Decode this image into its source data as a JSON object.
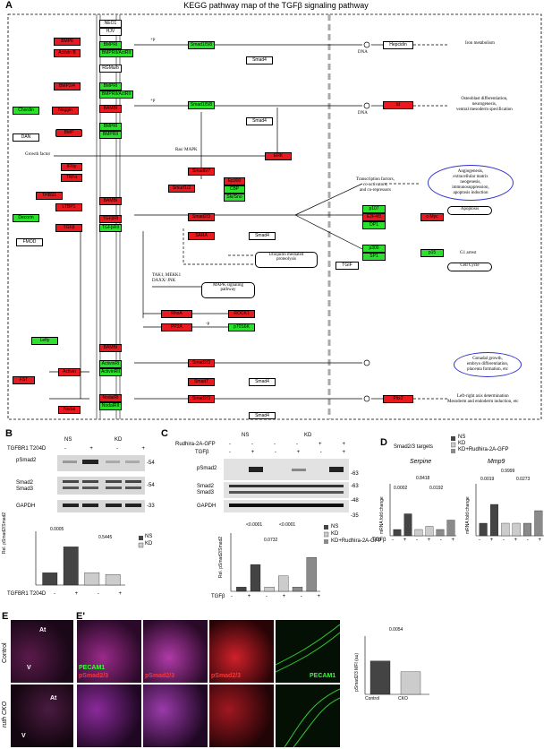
{
  "panelA": {
    "letter": "A",
    "title": "KEGG pathway map of the TGFβ signaling pathway",
    "nodes": {
      "neo1": "NEO1",
      "hjv": "HJV",
      "bmp6": "BMP6",
      "activinb": "Activin B",
      "bmpri_1": "BMPRI",
      "bmprii_1": "BMPRII/ActRII",
      "rgmab": "RGMa/b",
      "smad158_1": "Smad1/5/8",
      "smad4_1": "Smad4",
      "hepcidin": "Hepcidin",
      "bmp24": "BMP2/4",
      "bmpri_2": "BMPRI",
      "bmprii_2": "BMPRII/ActRII",
      "bambi_1": "BAMBI",
      "smad158_2": "Smad1/5/8",
      "smad4_2": "Smad4",
      "id": "Id",
      "chordin": "Chordin",
      "noggin": "Noggin",
      "dan": "DAN",
      "bmp": "BMP",
      "bmpri_3": "BMPRI",
      "bmprii_3": "BMPRII",
      "ifng": "IFNγ",
      "tnfa": "TNFα",
      "smad67": "Smad6/7",
      "erk": "ERK",
      "smurf12": "Smurf1/2",
      "thbs1": "THBS1",
      "ltbp1": "LTBP1",
      "decorin": "Decorin",
      "tgfb": "TGFβ",
      "fmod": "FMOD",
      "bambi_2": "BAMBI",
      "tgfbri": "TGFβRI",
      "tgfbrii": "TGFβRII",
      "ep300": "Ep300",
      "cbp": "CBP",
      "ski": "Ski/Sno",
      "smad23": "Smad2/3",
      "sara": "SARA",
      "smad4_3": "Smad4",
      "p107": "p107",
      "e2f45": "E2F4/5",
      "dp1": "DP1",
      "cmyc": "c-Myc",
      "p300": "p300",
      "sp1": "SP1",
      "p15": "p15",
      "tgif": "TGIF",
      "rhoa": "RhoA",
      "rock1": "ROCK1",
      "pp2a": "PP2A",
      "p70s6k": "p70S6K",
      "lefty": "Lefty",
      "bambi_3": "BAMBI",
      "activin": "Activin",
      "fst": "FST",
      "activinri": "ActivinRI",
      "activinrii": "ActivinRII",
      "smad23_2": "Smad2/3",
      "smad7": "Smad7",
      "smad4_4": "Smad4",
      "nodal": "Nodal",
      "nodalri": "NodalRI",
      "nodalrii": "NodalRII",
      "smad23_3": "Smad2/3",
      "smad4_5": "Smad4",
      "pitx2": "Pitx2"
    },
    "labels": {
      "plus_p": "+p",
      "minus_p": "-p",
      "plus_u": "+u",
      "dna": "DNA",
      "iron": "Iron metabolism",
      "osteo": "Osteoblast differentiation,\nneurogenesis,\nventral mesoderm specification",
      "growth_factor": "Growth factor",
      "ras_mapk": "Ras/ MAPK",
      "tf": "Transcription factors,\nco-activators,\nand co-repressors",
      "angio": "Angiogenesis,\nextracellular matrix\nneogenesis,\nimmunosuppression,\napoptosis induction",
      "apoptosis": "Apoptosis",
      "g1": "G1 arrest",
      "cellcycle": "Cell Cycle",
      "ubiq": "Ubiquitin mediated\nproteolysis",
      "tak": "TAK1, MEKK1\nDAXX/ JNK",
      "mapk": "MAPK signaling\npathway",
      "gonadal": "Gonadal growth,\nembryo differentiation,\nplacenta formation, etc",
      "leftright": "Left-right axis determination\nMesoderm and endoderm induction, etc"
    }
  },
  "panelB": {
    "letter": "B",
    "treatment_label": "TGFBR1 T204D",
    "groups": [
      "NS",
      "KD"
    ],
    "signs": [
      "-",
      "+",
      "-",
      "+"
    ],
    "rows": [
      "pSmad2",
      "Smad2\nSmad3",
      "GAPDH"
    ],
    "mw": [
      "-54",
      "-54",
      "-33"
    ],
    "chart": {
      "ylabel": "Rel. pSmad2/Smad2",
      "pvalues": [
        "0.0005",
        "0.5445"
      ],
      "legend": [
        "NS",
        "KD"
      ],
      "xlabel": "TGFBR1 T204D",
      "xsigns": [
        "-",
        "+",
        "-",
        "+"
      ]
    }
  },
  "panelC": {
    "letter": "C",
    "treatment_labels": [
      "Rudhira-2A-GFP",
      "TGFβ"
    ],
    "groups": [
      "NS",
      "KD"
    ],
    "rudhira_signs": [
      "-",
      "-",
      "-",
      "-",
      "+",
      "+"
    ],
    "tgfb_signs": [
      "-",
      "+",
      "-",
      "+",
      "-",
      "+"
    ],
    "rows": [
      "pSmad2",
      "Smad2\nSmad3",
      "GAPDH"
    ],
    "mw": [
      "-63",
      "-63",
      "-48",
      "-35"
    ],
    "chart": {
      "ylabel": "Rel. pSmad2/Smad2",
      "pvalues": [
        "<0.0001",
        "<0.0001",
        "0.0732"
      ],
      "legend": [
        "NS",
        "KD",
        "KD+Rudhira-2A-GFP"
      ],
      "xlabel": "TGFβ",
      "xsigns": [
        "-",
        "+",
        "-",
        "+",
        "-",
        "+"
      ]
    }
  },
  "panelD": {
    "letter": "D",
    "heading": "Smad2/3 targets",
    "legend": [
      "NS",
      "KD",
      "KD+Rudhira-2A-GFP"
    ],
    "charts": [
      {
        "title": "Serpine",
        "ylabel": "mRNA fold change",
        "pvalues": [
          "0.8418",
          "0.0002",
          "0.0192"
        ]
      },
      {
        "title": "Mmp9",
        "ylabel": "mRNA fold change",
        "pvalues": [
          "0.9999",
          "0.0019",
          "0.0273"
        ]
      }
    ],
    "xlabel": "TGFβ",
    "xsigns": [
      "-",
      "+",
      "-",
      "+",
      "-",
      "+"
    ]
  },
  "panelE": {
    "letter": "E",
    "letter2": "E'",
    "rows": [
      "Control",
      "ruth CKO"
    ],
    "tags": [
      "At",
      "V"
    ],
    "channel_labels": [
      "PECAM1",
      "pSmad2/3",
      "pSmad2/3",
      "pSmad2/3",
      "PECAM1"
    ],
    "chart": {
      "ylabel": "pSmad2/3 MFI (au)",
      "pvalue": "0.0054",
      "categories": [
        "Control",
        "CKO"
      ]
    }
  },
  "colors": {
    "red": "#e8191f",
    "green": "#2ee02e",
    "bar_dark": "#444444",
    "bar_light": "#cccccc",
    "bar_mid": "#8a8a8a"
  },
  "chart_data": [
    {
      "type": "bar",
      "title": "",
      "ylabel": "Rel. pSmad2/Smad2",
      "categories": [
        "-",
        "+",
        "-",
        "+"
      ],
      "series": [
        {
          "name": "NS",
          "values": [
            0.2,
            0.62
          ]
        },
        {
          "name": "KD",
          "values": [
            0.2,
            0.17
          ]
        }
      ],
      "ylim": [
        0,
        0.8
      ]
    },
    {
      "type": "bar",
      "title": "",
      "ylabel": "Rel. pSmad2/Smad2",
      "categories": [
        "-",
        "+",
        "-",
        "+",
        "-",
        "+"
      ],
      "series": [
        {
          "name": "NS",
          "values": [
            0.3,
            1.9
          ]
        },
        {
          "name": "KD",
          "values": [
            0.3,
            1.1
          ]
        },
        {
          "name": "KD+Rudhira-2A-GFP",
          "values": [
            0.3,
            2.4
          ]
        }
      ],
      "ylim": [
        0,
        4
      ]
    },
    {
      "type": "bar",
      "title": "Serpine",
      "ylabel": "mRNA fold change",
      "categories": [
        "-",
        "+",
        "-",
        "+",
        "-",
        "+"
      ],
      "series": [
        {
          "name": "NS",
          "values": [
            1.0,
            3.5
          ]
        },
        {
          "name": "KD",
          "values": [
            1.0,
            1.5
          ]
        },
        {
          "name": "KD+Rudhira-2A-GFP",
          "values": [
            1.0,
            2.5
          ]
        }
      ],
      "ylim": [
        0,
        8
      ]
    },
    {
      "type": "bar",
      "title": "Mmp9",
      "ylabel": "mRNA fold change",
      "categories": [
        "-",
        "+",
        "-",
        "+",
        "-",
        "+"
      ],
      "series": [
        {
          "name": "NS",
          "values": [
            1.0,
            2.5
          ]
        },
        {
          "name": "KD",
          "values": [
            1.0,
            1.0
          ]
        },
        {
          "name": "KD+Rudhira-2A-GFP",
          "values": [
            1.0,
            2.0
          ]
        }
      ],
      "ylim": [
        0,
        4
      ]
    },
    {
      "type": "bar",
      "title": "",
      "ylabel": "pSmad2/3 MFI (au)",
      "categories": [
        "Control",
        "CKO"
      ],
      "values": [
        620,
        420
      ],
      "ylim": [
        0,
        1000
      ]
    }
  ]
}
